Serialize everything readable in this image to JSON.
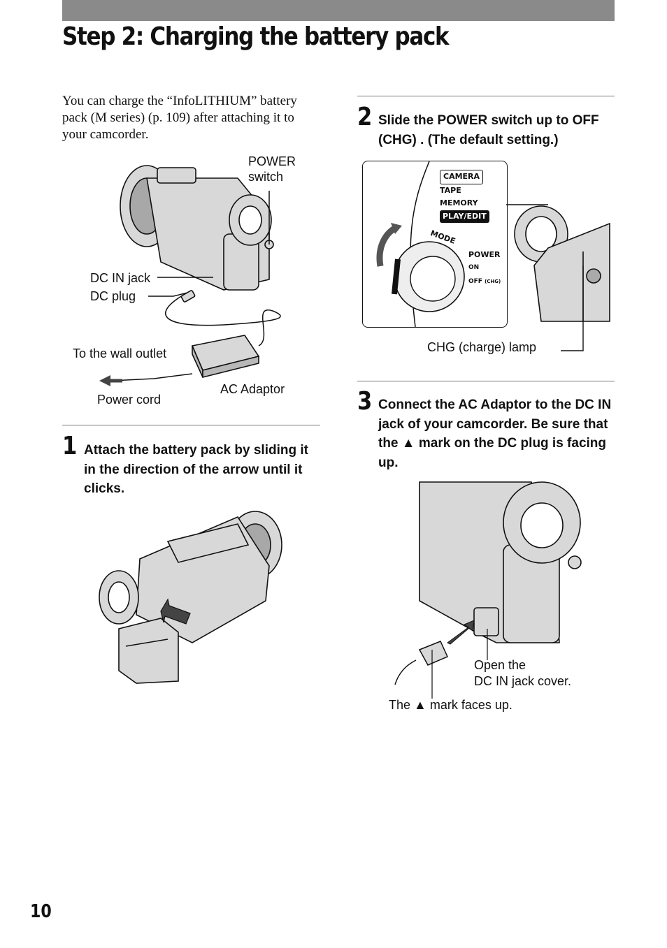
{
  "page": {
    "title": "Step 2: Charging the battery pack",
    "intro": "You can charge the “InfoLITHIUM” battery pack (M series) (p. 109) after attaching it to your camcorder.",
    "page_number": "10"
  },
  "figure_overview": {
    "power_switch_label_line1": "POWER",
    "power_switch_label_line2": "switch",
    "dc_in_jack_label": "DC IN jack",
    "dc_plug_label": "DC plug",
    "wall_outlet_label": "To the wall outlet",
    "ac_adaptor_label": "AC Adaptor",
    "power_cord_label": "Power cord"
  },
  "steps": [
    {
      "number": "1",
      "text": "Attach the battery pack by sliding it in the direction of the arrow until it clicks."
    },
    {
      "number": "2",
      "text": "Slide the POWER switch up to OFF (CHG) . (The default setting.)"
    },
    {
      "number": "3",
      "text": "Connect the AC Adaptor to the DC IN jack of your camcorder. Be sure that the ▲ mark on the DC plug is facing up."
    }
  ],
  "figure_switch": {
    "mode_items": [
      "CAMERA",
      "TAPE",
      "MEMORY",
      "PLAY/EDIT"
    ],
    "mode_label": "MODE",
    "power_label": "POWER",
    "on_label": "ON",
    "off_label": "OFF",
    "chg_label": "(CHG)",
    "chg_lamp_label": "CHG (charge) lamp"
  },
  "figure_connect": {
    "open_cover_line1": "Open the",
    "open_cover_line2": "DC IN jack cover.",
    "mark_faces_up": "The ▲ mark faces up."
  },
  "colors": {
    "header_bar": "#8a8a8a",
    "ink": "#111111",
    "rule": "#777777",
    "camera_fill": "#d8d8d8"
  }
}
